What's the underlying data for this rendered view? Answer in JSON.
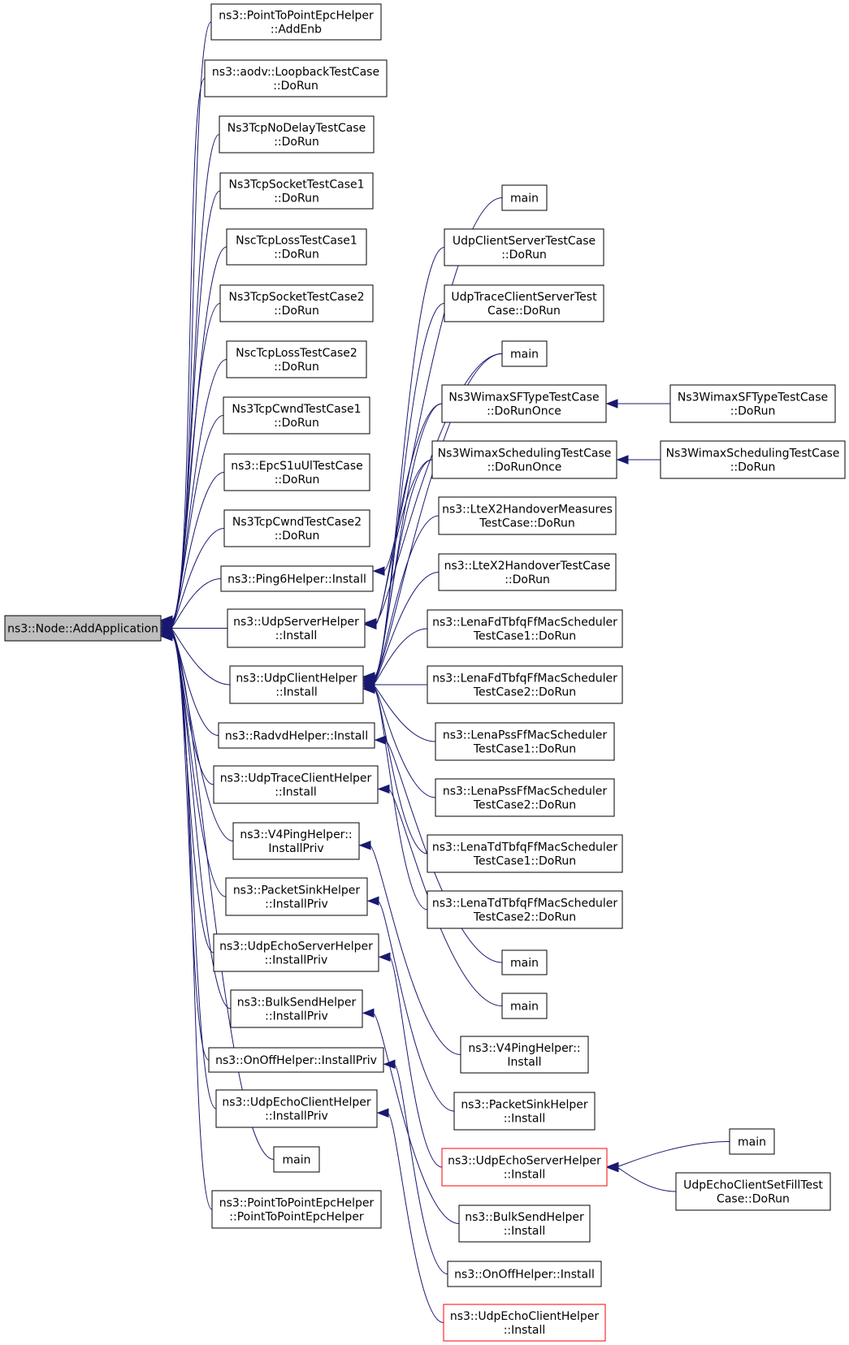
{
  "root": {
    "id": "root",
    "lines": [
      "ns3::Node::AddApplication"
    ]
  },
  "nodes": [
    {
      "id": "p2p_addenb",
      "lines": [
        "ns3::PointToPointEpcHelper",
        "::AddEnb"
      ]
    },
    {
      "id": "aodv_loop",
      "lines": [
        "ns3::aodv::LoopbackTestCase",
        "::DoRun"
      ]
    },
    {
      "id": "tcp_nodelay",
      "lines": [
        "Ns3TcpNoDelayTestCase",
        "::DoRun"
      ]
    },
    {
      "id": "tcp_sock1",
      "lines": [
        "Ns3TcpSocketTestCase1",
        "::DoRun"
      ]
    },
    {
      "id": "nsc_loss1",
      "lines": [
        "NscTcpLossTestCase1",
        "::DoRun"
      ]
    },
    {
      "id": "tcp_sock2",
      "lines": [
        "Ns3TcpSocketTestCase2",
        "::DoRun"
      ]
    },
    {
      "id": "nsc_loss2",
      "lines": [
        "NscTcpLossTestCase2",
        "::DoRun"
      ]
    },
    {
      "id": "cwnd1",
      "lines": [
        "Ns3TcpCwndTestCase1",
        "::DoRun"
      ]
    },
    {
      "id": "epc_s1u",
      "lines": [
        "ns3::EpcS1uUlTestCase",
        "::DoRun"
      ]
    },
    {
      "id": "cwnd2",
      "lines": [
        "Ns3TcpCwndTestCase2",
        "::DoRun"
      ]
    },
    {
      "id": "ping6",
      "lines": [
        "ns3::Ping6Helper::Install"
      ]
    },
    {
      "id": "udpserver",
      "lines": [
        "ns3::UdpServerHelper",
        "::Install"
      ]
    },
    {
      "id": "udpclient",
      "lines": [
        "ns3::UdpClientHelper",
        "::Install"
      ]
    },
    {
      "id": "radvd",
      "lines": [
        "ns3::RadvdHelper::Install"
      ]
    },
    {
      "id": "udptrace",
      "lines": [
        "ns3::UdpTraceClientHelper",
        "::Install"
      ]
    },
    {
      "id": "v4ping_priv",
      "lines": [
        "ns3::V4PingHelper::",
        "InstallPriv"
      ]
    },
    {
      "id": "sink_priv",
      "lines": [
        "ns3::PacketSinkHelper",
        "::InstallPriv"
      ]
    },
    {
      "id": "echoserver_priv",
      "lines": [
        "ns3::UdpEchoServerHelper",
        "::InstallPriv"
      ]
    },
    {
      "id": "bulk_priv",
      "lines": [
        "ns3::BulkSendHelper",
        "::InstallPriv"
      ]
    },
    {
      "id": "onoff_priv",
      "lines": [
        "ns3::OnOffHelper::InstallPriv"
      ]
    },
    {
      "id": "echoclient_priv",
      "lines": [
        "ns3::UdpEchoClientHelper",
        "::InstallPriv"
      ]
    },
    {
      "id": "main_l",
      "lines": [
        "main"
      ]
    },
    {
      "id": "p2p_ctor",
      "lines": [
        "ns3::PointToPointEpcHelper",
        "::PointToPointEpcHelper"
      ]
    },
    {
      "id": "main_a",
      "lines": [
        "main"
      ]
    },
    {
      "id": "ucs",
      "lines": [
        "UdpClientServerTestCase",
        "::DoRun"
      ]
    },
    {
      "id": "utcs",
      "lines": [
        "UdpTraceClientServerTest",
        "Case::DoRun"
      ]
    },
    {
      "id": "main_b",
      "lines": [
        "main"
      ]
    },
    {
      "id": "wimax_sf",
      "lines": [
        "Ns3WimaxSFTypeTestCase",
        "::DoRunOnce"
      ]
    },
    {
      "id": "wimax_sched",
      "lines": [
        "Ns3WimaxSchedulingTestCase",
        "::DoRunOnce"
      ]
    },
    {
      "id": "x2_meas",
      "lines": [
        "ns3::LteX2HandoverMeasures",
        "TestCase::DoRun"
      ]
    },
    {
      "id": "x2_ho",
      "lines": [
        "ns3::LteX2HandoverTestCase",
        "::DoRun"
      ]
    },
    {
      "id": "fd1",
      "lines": [
        "ns3::LenaFdTbfqFfMacScheduler",
        "TestCase1::DoRun"
      ]
    },
    {
      "id": "fd2",
      "lines": [
        "ns3::LenaFdTbfqFfMacScheduler",
        "TestCase2::DoRun"
      ]
    },
    {
      "id": "pss1",
      "lines": [
        "ns3::LenaPssFfMacScheduler",
        "TestCase1::DoRun"
      ]
    },
    {
      "id": "pss2",
      "lines": [
        "ns3::LenaPssFfMacScheduler",
        "TestCase2::DoRun"
      ]
    },
    {
      "id": "td1",
      "lines": [
        "ns3::LenaTdTbfqFfMacScheduler",
        "TestCase1::DoRun"
      ]
    },
    {
      "id": "td2",
      "lines": [
        "ns3::LenaTdTbfqFfMacScheduler",
        "TestCase2::DoRun"
      ]
    },
    {
      "id": "main_c",
      "lines": [
        "main"
      ]
    },
    {
      "id": "main_d",
      "lines": [
        "main"
      ]
    },
    {
      "id": "v4ping_inst",
      "lines": [
        "ns3::V4PingHelper::",
        "Install"
      ]
    },
    {
      "id": "sink_inst",
      "lines": [
        "ns3::PacketSinkHelper",
        "::Install"
      ]
    },
    {
      "id": "echoserver_inst",
      "lines": [
        "ns3::UdpEchoServerHelper",
        "::Install"
      ]
    },
    {
      "id": "bulk_inst",
      "lines": [
        "ns3::BulkSendHelper",
        "::Install"
      ]
    },
    {
      "id": "onoff_inst",
      "lines": [
        "ns3::OnOffHelper::Install"
      ]
    },
    {
      "id": "echoclient_inst",
      "lines": [
        "ns3::UdpEchoClientHelper",
        "::Install"
      ]
    },
    {
      "id": "wimax_sf_run",
      "lines": [
        "Ns3WimaxSFTypeTestCase",
        "::DoRun"
      ]
    },
    {
      "id": "wimax_sched_run",
      "lines": [
        "Ns3WimaxSchedulingTestCase",
        "::DoRun"
      ]
    },
    {
      "id": "main_e",
      "lines": [
        "main"
      ]
    },
    {
      "id": "fill",
      "lines": [
        "UdpEchoClientSetFillTest",
        "Case::DoRun"
      ]
    }
  ],
  "edges": [
    [
      "p2p_addenb",
      "root"
    ],
    [
      "aodv_loop",
      "root"
    ],
    [
      "tcp_nodelay",
      "root"
    ],
    [
      "tcp_sock1",
      "root"
    ],
    [
      "nsc_loss1",
      "root"
    ],
    [
      "tcp_sock2",
      "root"
    ],
    [
      "nsc_loss2",
      "root"
    ],
    [
      "cwnd1",
      "root"
    ],
    [
      "epc_s1u",
      "root"
    ],
    [
      "cwnd2",
      "root"
    ],
    [
      "ping6",
      "root"
    ],
    [
      "udpserver",
      "root"
    ],
    [
      "udpclient",
      "root"
    ],
    [
      "radvd",
      "root"
    ],
    [
      "udptrace",
      "root"
    ],
    [
      "v4ping_priv",
      "root"
    ],
    [
      "sink_priv",
      "root"
    ],
    [
      "echoserver_priv",
      "root"
    ],
    [
      "bulk_priv",
      "root"
    ],
    [
      "onoff_priv",
      "root"
    ],
    [
      "echoclient_priv",
      "root"
    ],
    [
      "main_l",
      "root"
    ],
    [
      "p2p_ctor",
      "root"
    ],
    [
      "main_a",
      "ping6"
    ],
    [
      "main_b",
      "udpserver"
    ],
    [
      "wimax_sf",
      "udpserver"
    ],
    [
      "wimax_sched",
      "udpserver"
    ],
    [
      "ucs",
      "udpclient"
    ],
    [
      "utcs",
      "udpclient"
    ],
    [
      "main_b",
      "udpclient"
    ],
    [
      "wimax_sf",
      "udpclient"
    ],
    [
      "wimax_sched",
      "udpclient"
    ],
    [
      "x2_meas",
      "udpclient"
    ],
    [
      "x2_ho",
      "udpclient"
    ],
    [
      "fd1",
      "udpclient"
    ],
    [
      "fd2",
      "udpclient"
    ],
    [
      "pss1",
      "udpclient"
    ],
    [
      "pss2",
      "udpclient"
    ],
    [
      "td1",
      "udpclient"
    ],
    [
      "td2",
      "udpclient"
    ],
    [
      "main_c",
      "radvd"
    ],
    [
      "main_d",
      "udptrace"
    ],
    [
      "v4ping_inst",
      "v4ping_priv"
    ],
    [
      "sink_inst",
      "sink_priv"
    ],
    [
      "echoserver_inst",
      "echoserver_priv"
    ],
    [
      "bulk_inst",
      "bulk_priv"
    ],
    [
      "onoff_inst",
      "onoff_priv"
    ],
    [
      "echoclient_inst",
      "echoclient_priv"
    ],
    [
      "wimax_sf_run",
      "wimax_sf"
    ],
    [
      "wimax_sched_run",
      "wimax_sched"
    ],
    [
      "main_e",
      "echoserver_inst"
    ],
    [
      "fill",
      "echoserver_inst"
    ]
  ],
  "highlighted": [
    "echoserver_inst",
    "echoclient_inst"
  ],
  "colors": {
    "edge": "#191970",
    "root_fill": "#bfbfbf",
    "highlight_border": "#ff0000"
  }
}
